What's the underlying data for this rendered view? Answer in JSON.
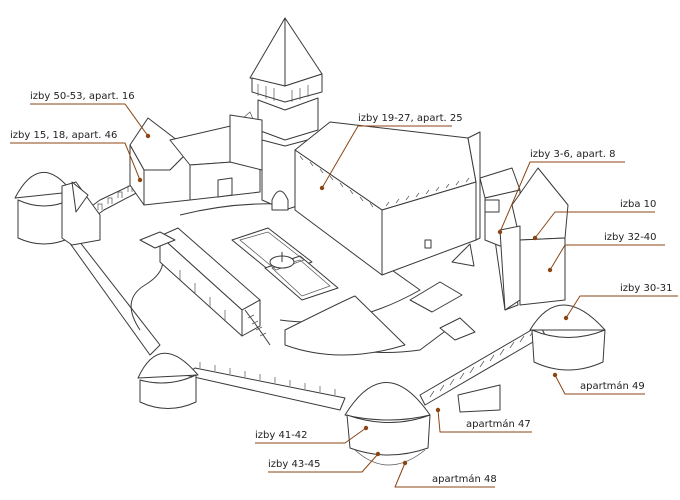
{
  "accent_color": "#8b4513",
  "labels": {
    "l1": "izby 50-53, apart. 16",
    "l2": "izby 15, 18, apart. 46",
    "l3": "izby 19-27, apart. 25",
    "l4": "izby 3-6, apart. 8",
    "l5": "izba 10",
    "l6": "izby 32-40",
    "l7": "izby 30-31",
    "l8": "apartmán 49",
    "l9": "apartmán 47",
    "l10": "izby 41-42",
    "l11": "izby 43-45",
    "l12": "apartmán 48"
  }
}
